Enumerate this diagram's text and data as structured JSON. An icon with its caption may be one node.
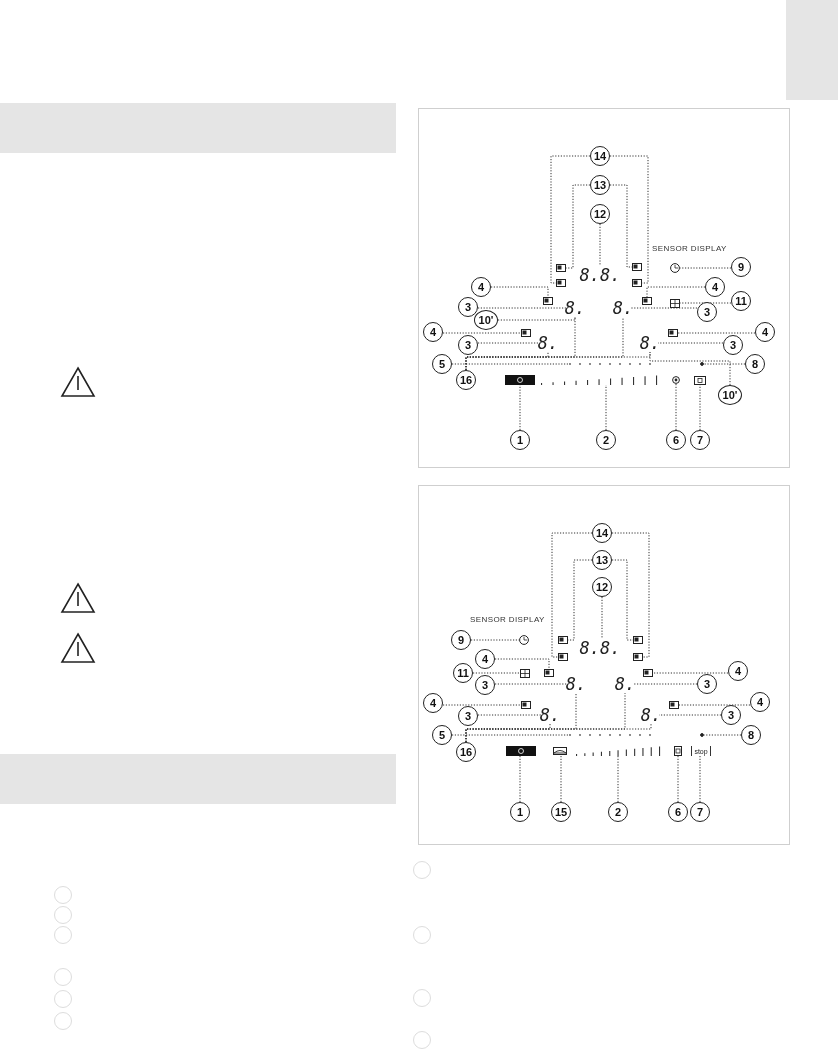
{
  "diagram": {
    "nodes": [
      {
        "text": [
          "14"
        ]
      },
      {
        "text": [
          "13"
        ]
      },
      {
        "text": [
          "12"
        ]
      },
      {
        "text": [],
        "shape": "box"
      },
      {
        "text": [],
        "shape": "box"
      },
      {
        "text": [
          "8.8."
        ]
      },
      {
        "text": [],
        "shape": "box"
      },
      {
        "text": [],
        "shape": "box"
      },
      {
        "text": [],
        "shape": "circle"
      },
      {
        "text": [
          "9"
        ]
      },
      {
        "text": [
          "4"
        ]
      },
      {
        "text": [
          "4"
        ]
      },
      {
        "text": [],
        "shape": "box"
      },
      {
        "text": [],
        "shape": "box"
      },
      {
        "text": [],
        "shape": "box"
      },
      {
        "text": [
          "11"
        ]
      },
      {
        "text": [
          "3"
        ]
      },
      {
        "text": [
          "8."
        ]
      },
      {
        "text": [
          "8."
        ]
      },
      {
        "text": [
          "3"
        ]
      },
      {
        "text": [
          "10'"
        ]
      },
      {
        "text": [
          "4"
        ]
      },
      {
        "text": [],
        "shape": "box"
      },
      {
        "text": [],
        "shape": "box"
      },
      {
        "text": [
          "4"
        ]
      },
      {
        "text": [
          "3"
        ]
      },
      {
        "text": [
          "8."
        ]
      },
      {
        "text": [
          "8."
        ]
      },
      {
        "text": [
          "3"
        ]
      },
      {
        "text": [
          "5"
        ]
      },
      {
        "text": [],
        "shape": "bar"
      },
      {
        "text": [
          "8"
        ]
      },
      {
        "text": [
          "16"
        ]
      },
      {
        "text": [],
        "shape": "bar"
      },
      {
        "text": [],
        "shape": "bar"
      },
      {
        "text": [],
        "shape": "circle"
      },
      {
        "text": [],
        "shape": "box"
      },
      {
        "text": [
          "10'"
        ]
      },
      {
        "text": [
          "1"
        ]
      },
      {
        "text": [
          "2"
        ]
      },
      {
        "text": [
          "6"
        ]
      },
      {
        "text": [
          "7"
        ]
      },
      {
        "text": [
          "14"
        ]
      },
      {
        "text": [
          "13"
        ]
      },
      {
        "text": [
          "12"
        ]
      },
      {
        "text": [
          "9"
        ]
      },
      {
        "text": [],
        "shape": "circle"
      },
      {
        "text": [],
        "shape": "box"
      },
      {
        "text": [
          "8.8."
        ]
      },
      {
        "text": [],
        "shape": "box"
      },
      {
        "text": [],
        "shape": "box"
      },
      {
        "text": [],
        "shape": "box"
      },
      {
        "text": [
          "4"
        ]
      },
      {
        "text": [
          "11"
        ]
      },
      {
        "text": [],
        "shape": "box"
      },
      {
        "text": [],
        "shape": "box"
      },
      {
        "text": [],
        "shape": "box"
      },
      {
        "text": [
          "4"
        ]
      },
      {
        "text": [
          "3"
        ]
      },
      {
        "text": [
          "8."
        ]
      },
      {
        "text": [
          "8."
        ]
      },
      {
        "text": [
          "3"
        ]
      },
      {
        "text": [
          "4"
        ]
      },
      {
        "text": [],
        "shape": "box"
      },
      {
        "text": [],
        "shape": "box"
      },
      {
        "text": [
          "4"
        ]
      },
      {
        "text": [
          "3"
        ]
      },
      {
        "text": [
          "8."
        ]
      },
      {
        "text": [
          "8."
        ]
      },
      {
        "text": [
          "3"
        ]
      },
      {
        "text": [
          "5"
        ]
      },
      {
        "text": [],
        "shape": "bar"
      },
      {
        "text": [
          "8"
        ]
      },
      {
        "text": [
          "16"
        ]
      },
      {
        "text": [],
        "shape": "bar"
      },
      {
        "text": [],
        "shape": "box"
      },
      {
        "text": [],
        "shape": "bar"
      },
      {
        "text": [],
        "shape": "box"
      },
      {
        "text": [
          "stop"
        ]
      },
      {
        "text": [
          "1"
        ]
      },
      {
        "text": [
          "15"
        ]
      },
      {
        "text": [
          "2"
        ]
      },
      {
        "text": [
          "6"
        ]
      },
      {
        "text": [
          "7"
        ]
      },
      {
        "text": [],
        "shape": "circle"
      },
      {
        "text": [],
        "shape": "circle"
      }
    ],
    "edges": [
      {
        "from": 0,
        "to": 4,
        "arrow": "none"
      },
      {
        "from": 0,
        "to": 7,
        "arrow": "none"
      },
      {
        "from": 1,
        "to": 3,
        "arrow": "none"
      },
      {
        "from": 1,
        "to": 6,
        "arrow": "none"
      },
      {
        "from": 2,
        "to": 5,
        "arrow": "none"
      },
      {
        "from": 9,
        "to": 8,
        "arrow": "none"
      },
      {
        "from": 10,
        "to": 12,
        "arrow": "none"
      },
      {
        "from": 11,
        "to": 13,
        "arrow": "none"
      },
      {
        "from": 15,
        "to": 14,
        "arrow": "none"
      },
      {
        "from": 16,
        "to": 17,
        "arrow": "none"
      },
      {
        "from": 19,
        "to": 18,
        "arrow": "none"
      },
      {
        "from": 20,
        "to": 17,
        "arrow": "none"
      },
      {
        "from": 21,
        "to": 22,
        "arrow": "none"
      },
      {
        "from": 24,
        "to": 23,
        "arrow": "none"
      },
      {
        "from": 25,
        "to": 26,
        "arrow": "none"
      },
      {
        "from": 28,
        "to": 27,
        "arrow": "none"
      },
      {
        "from": 29,
        "to": 30,
        "arrow": "none"
      },
      {
        "from": 31,
        "to": 84,
        "arrow": "none"
      },
      {
        "from": 32,
        "to": 26,
        "arrow": "none"
      },
      {
        "from": 32,
        "to": 17,
        "arrow": "none"
      },
      {
        "from": 32,
        "to": 18,
        "arrow": "none"
      },
      {
        "from": 32,
        "to": 27,
        "arrow": "none"
      },
      {
        "from": 37,
        "to": 27,
        "arrow": "none"
      },
      {
        "from": 38,
        "to": 33,
        "arrow": "none"
      },
      {
        "from": 39,
        "to": 34,
        "arrow": "none"
      },
      {
        "from": 40,
        "to": 35,
        "arrow": "none"
      },
      {
        "from": 41,
        "to": 36,
        "arrow": "none"
      },
      {
        "from": 42,
        "to": 50,
        "arrow": "none"
      },
      {
        "from": 42,
        "to": 51,
        "arrow": "none"
      },
      {
        "from": 43,
        "to": 47,
        "arrow": "none"
      },
      {
        "from": 43,
        "to": 49,
        "arrow": "none"
      },
      {
        "from": 44,
        "to": 48,
        "arrow": "none"
      },
      {
        "from": 45,
        "to": 46,
        "arrow": "none"
      },
      {
        "from": 52,
        "to": 55,
        "arrow": "none"
      },
      {
        "from": 53,
        "to": 54,
        "arrow": "none"
      },
      {
        "from": 57,
        "to": 56,
        "arrow": "none"
      },
      {
        "from": 58,
        "to": 59,
        "arrow": "none"
      },
      {
        "from": 61,
        "to": 60,
        "arrow": "none"
      },
      {
        "from": 62,
        "to": 63,
        "arrow": "none"
      },
      {
        "from": 65,
        "to": 64,
        "arrow": "none"
      },
      {
        "from": 66,
        "to": 67,
        "arrow": "none"
      },
      {
        "from": 69,
        "to": 68,
        "arrow": "none"
      },
      {
        "from": 70,
        "to": 71,
        "arrow": "none"
      },
      {
        "from": 72,
        "to": 85,
        "arrow": "none"
      },
      {
        "from": 73,
        "to": 67,
        "arrow": "none"
      },
      {
        "from": 73,
        "to": 59,
        "arrow": "none"
      },
      {
        "from": 73,
        "to": 60,
        "arrow": "none"
      },
      {
        "from": 73,
        "to": 68,
        "arrow": "none"
      },
      {
        "from": 79,
        "to": 74,
        "arrow": "none"
      },
      {
        "from": 80,
        "to": 75,
        "arrow": "none"
      },
      {
        "from": 81,
        "to": 76,
        "arrow": "none"
      },
      {
        "from": 82,
        "to": 77,
        "arrow": "none"
      },
      {
        "from": 83,
        "to": 78,
        "arrow": "none"
      }
    ],
    "labels": [
      "SENSOR DISPLAY",
      "SENSOR DISPLAY"
    ]
  }
}
